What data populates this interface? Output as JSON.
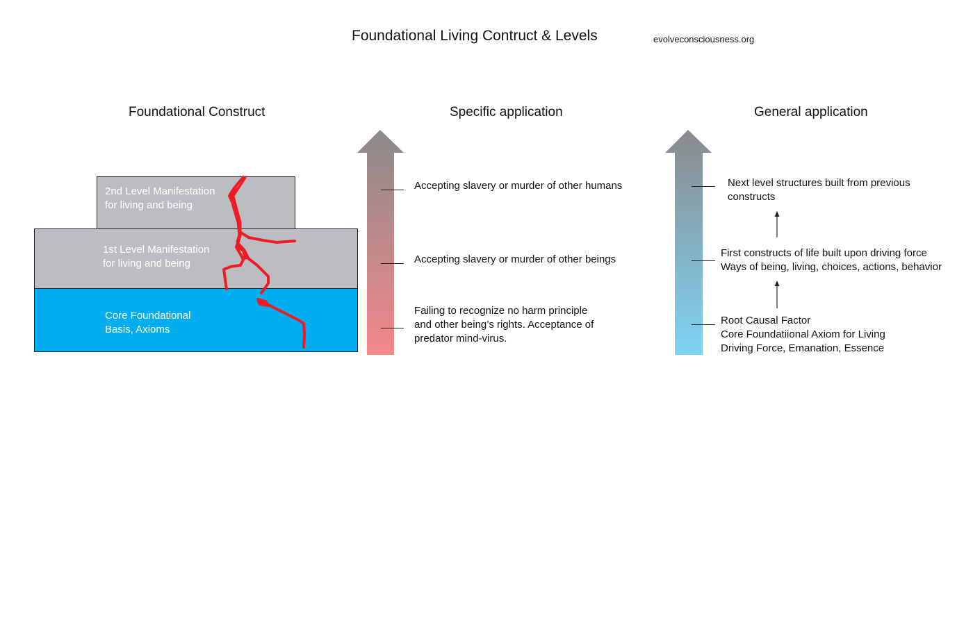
{
  "header": {
    "title": "Foundational Living Contruct & Levels",
    "site": "evolveconsciousness.org"
  },
  "sections": {
    "foundational": {
      "heading": "Foundational Construct",
      "blocks": [
        {
          "lines": [
            "2nd Level Manifestation",
            "for living and being"
          ],
          "color": "#bcbdc0"
        },
        {
          "lines": [
            "1st Level Manifestation",
            "for living and being"
          ],
          "color": "#bcbdc0"
        },
        {
          "lines": [
            "Core Foundational",
            "Basis, Axioms"
          ],
          "color": "#00aeef"
        }
      ],
      "crack_color": "#ed1c24"
    },
    "specific": {
      "heading": "Specific application",
      "arrow_gradient": {
        "top": "#8a8a8a",
        "bottom": "#f4888b"
      },
      "items": [
        {
          "lines": [
            "Accepting slavery or murder of other humans"
          ]
        },
        {
          "lines": [
            "Accepting slavery or murder of other beings"
          ]
        },
        {
          "lines": [
            "Failing to recognize no harm principle",
            "and other being’s rights. Acceptance of",
            "predator mind-virus."
          ]
        }
      ]
    },
    "general": {
      "heading": "General application",
      "arrow_gradient": {
        "top": "#8a8a8a",
        "bottom": "#7dd4f5"
      },
      "items": [
        {
          "lines": [
            "Next level structures built from previous",
            "constructs"
          ]
        },
        {
          "lines": [
            "First constructs of life built upon driving force",
            "Ways of being, living, choices, actions, behavior"
          ]
        },
        {
          "lines": [
            "Root Causal Factor",
            "Core Foundatiional Axiom for Living",
            "Driving Force, Emanation, Essence"
          ]
        }
      ]
    }
  }
}
